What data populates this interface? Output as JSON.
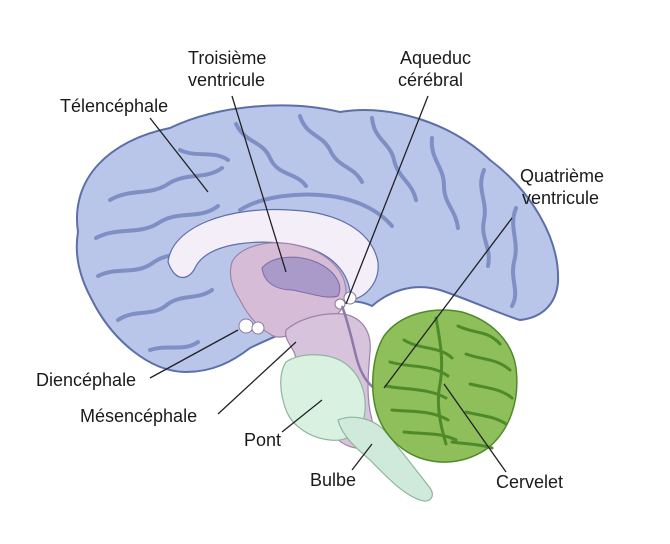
{
  "colors": {
    "cerebrum_fill": "#b9c6ea",
    "cerebrum_outline": "#5d6fa8",
    "cerebrum_sulcus": "#7f8fc4",
    "corpus_fill": "#f3eef7",
    "diencephalon_fill": "#d6bcd6",
    "ventricle_fill": "#a99ac9",
    "brainstem_fill": "#d8c3dc",
    "pons_fill": "#d9f1e1",
    "medulla_fill": "#cfeadb",
    "cerebellum_fill": "#8fbf5a",
    "cerebellum_dark": "#4f8a2a",
    "background": "#ffffff",
    "label_text": "#1a1a1a"
  },
  "labels": {
    "telencephale": "Télencéphale",
    "troisieme_ventricule_1": "Troisième",
    "troisieme_ventricule_2": "ventricule",
    "aqueduc_1": "Aqueduc",
    "aqueduc_2": "cérébral",
    "quatrieme_ventricule_1": "Quatrième",
    "quatrieme_ventricule_2": "ventricule",
    "diencephale": "Diencéphale",
    "mesencephale": "Mésencéphale",
    "pont": "Pont",
    "bulbe": "Bulbe",
    "cervelet": "Cervelet"
  }
}
